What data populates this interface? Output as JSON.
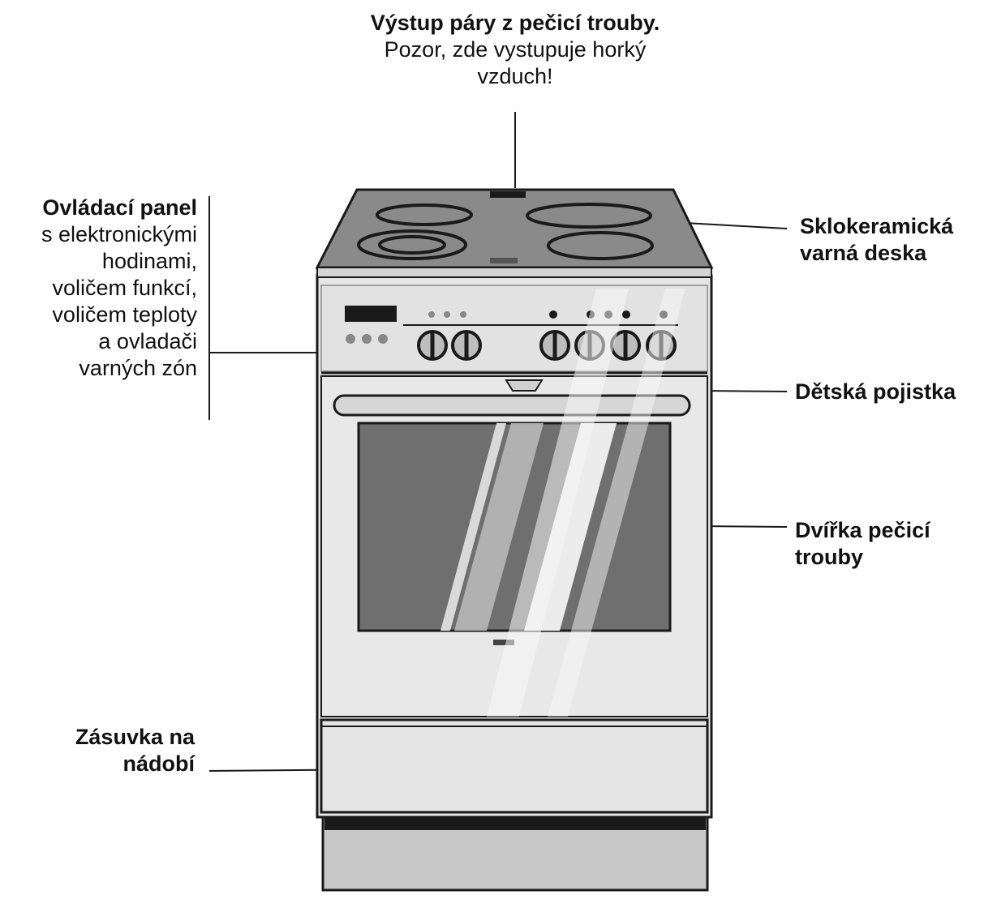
{
  "labels": {
    "steam_outlet": {
      "title": "Výstup páry z pečicí trouby.",
      "lines": [
        "Pozor, zde vystupuje horký",
        "vzduch!"
      ]
    },
    "control_panel": {
      "title": "Ovládací panel",
      "lines": [
        "s elektronickými",
        "hodinami,",
        "voličem funkcí,",
        "voličem teploty",
        "a ovladači",
        "varných zón"
      ]
    },
    "hob": {
      "lines": [
        "Sklokeramická",
        "varná deska"
      ]
    },
    "child_lock": {
      "lines": [
        "Dětská pojistka"
      ]
    },
    "oven_door": {
      "lines": [
        "Dvířka pečicí",
        "trouby"
      ]
    },
    "drawer": {
      "lines": [
        "Zásuvka na",
        "nádobí"
      ]
    }
  },
  "colors": {
    "outline": "#1a1a1a",
    "body": "#e6e6e6",
    "glass": "#6f6f6f",
    "plinth": "#c8c8c8",
    "reflection": "#f2f2f2"
  }
}
